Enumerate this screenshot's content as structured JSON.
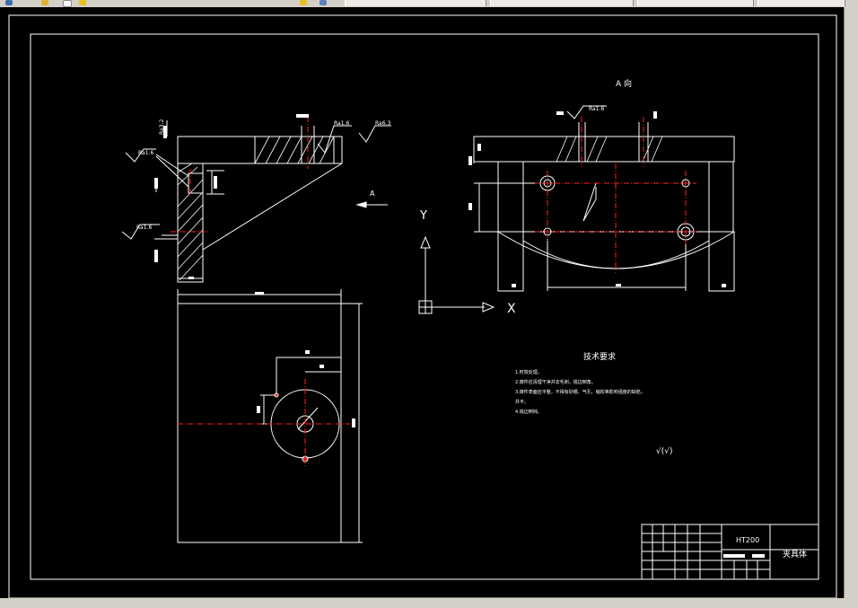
{
  "toolbar": {
    "tab_labels": [
      "",
      "",
      "",
      ""
    ],
    "search_label": ""
  },
  "drawing": {
    "view_label": "A 向",
    "arrow_label": "A",
    "ucs_x": "X",
    "ucs_y": "Y",
    "roughness": {
      "r1": "Ra1.6",
      "r2": "Ra1.6",
      "r3": "Ra1.6",
      "r4": "Ra6.3",
      "r5": "Ra1.6",
      "r6": "Ra3.2"
    },
    "tech_title": "技术要求",
    "tech_lines": [
      "1.时效处理。",
      "2.铸件应清理干净并去毛刺，锐边倒角。",
      "3.铸件表面应平整，不得有砂眼、气孔、缩松等影响强度的缺陷，",
      "  并平。",
      "4.锐边倒钝。"
    ],
    "surface_note": "√(√)",
    "material": "HT200",
    "part_name": "夹具体",
    "colors": {
      "line": "#ffffff",
      "center": "#ff2020",
      "frame": "#ffffff",
      "background": "#000000"
    }
  }
}
